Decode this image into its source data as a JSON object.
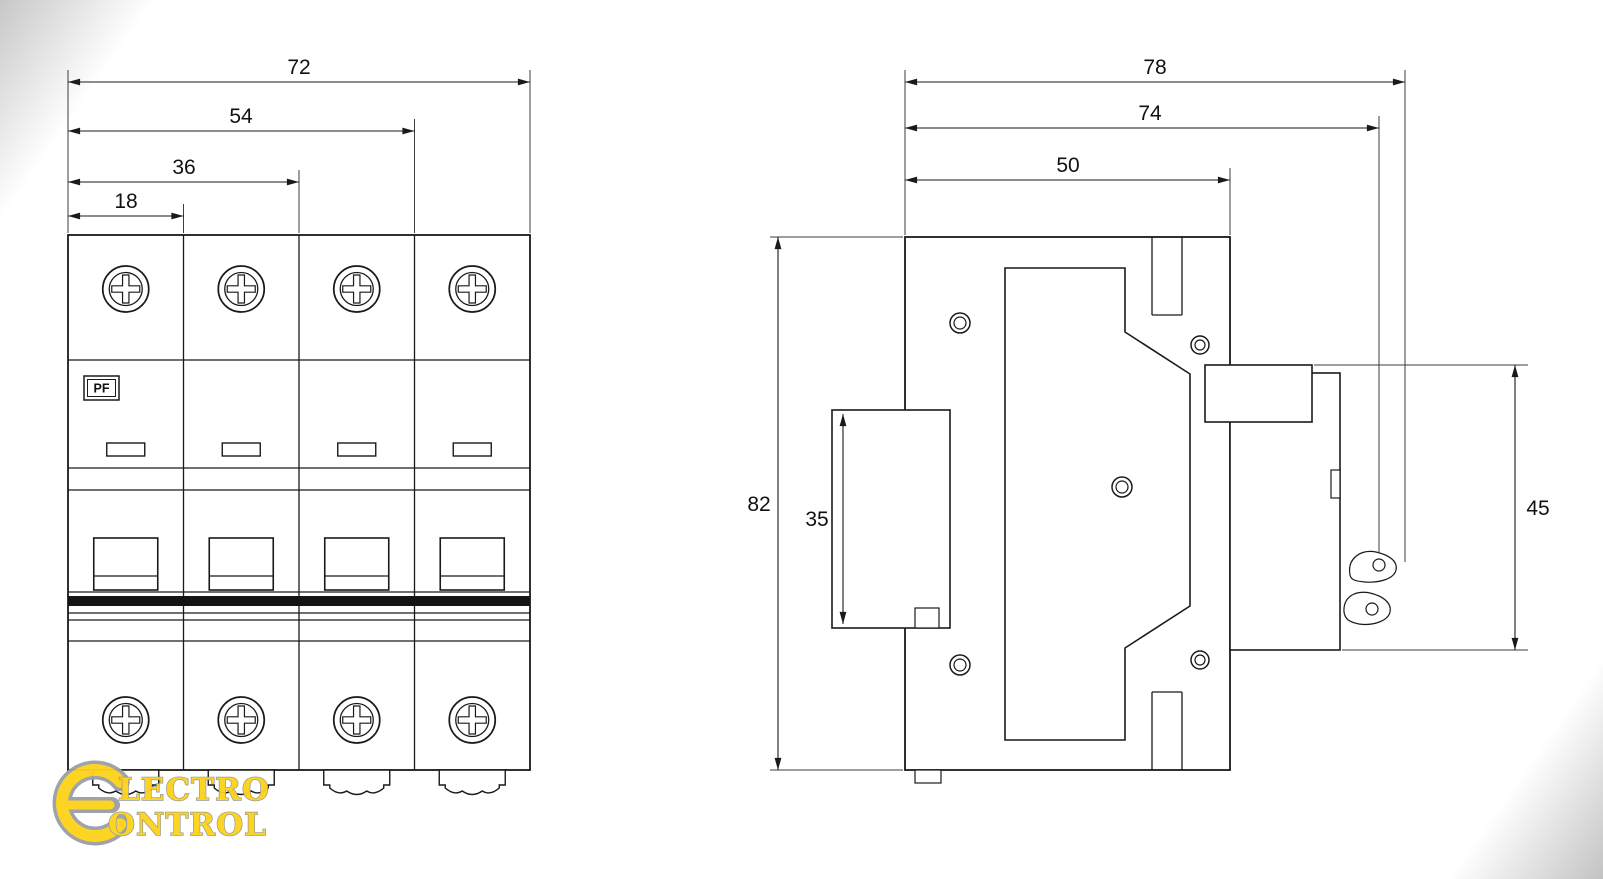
{
  "front_view": {
    "dim_72": "72",
    "dim_54": "54",
    "dim_36": "36",
    "dim_18": "18",
    "pf_label": "PF"
  },
  "side_view": {
    "dim_78": "78",
    "dim_74": "74",
    "dim_50": "50",
    "dim_82": "82",
    "dim_35": "35",
    "dim_45": "45"
  },
  "watermark": {
    "line1": "LECTRO",
    "line2": "ONTROL"
  },
  "colors": {
    "line": "#1a1a1a",
    "watermark_fill": "#fdd21c",
    "watermark_outline": "#8f959b"
  }
}
